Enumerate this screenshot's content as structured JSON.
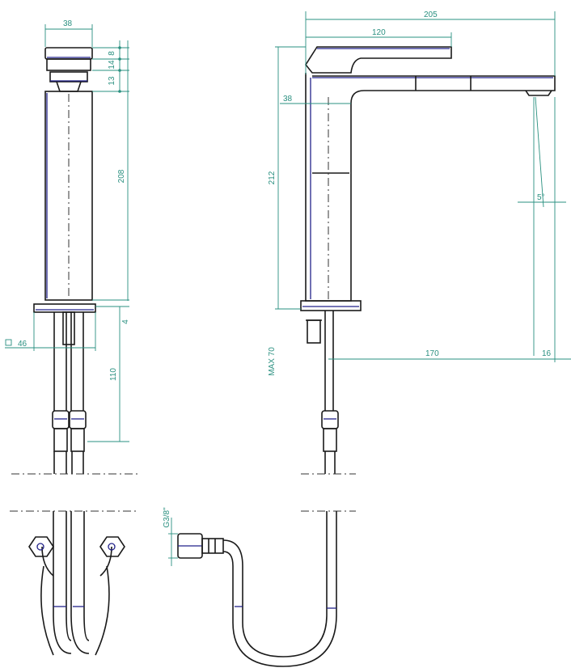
{
  "dimensions": {
    "front_width": "38",
    "top_8": "8",
    "top_14": "14",
    "top_13": "13",
    "body_height": "208",
    "base_4": "4",
    "base_square": "46",
    "hose_110": "110",
    "total_length": "205",
    "lever_length": "120",
    "side_38": "38",
    "side_height": "212",
    "angle": "5°",
    "max_70": "MAX 70",
    "spout_170": "170",
    "spout_16": "16",
    "thread": "G3/8\""
  },
  "colors": {
    "outline": "#1a1a1a",
    "blue_line": "#22228a",
    "dimension": "#2a9080"
  }
}
